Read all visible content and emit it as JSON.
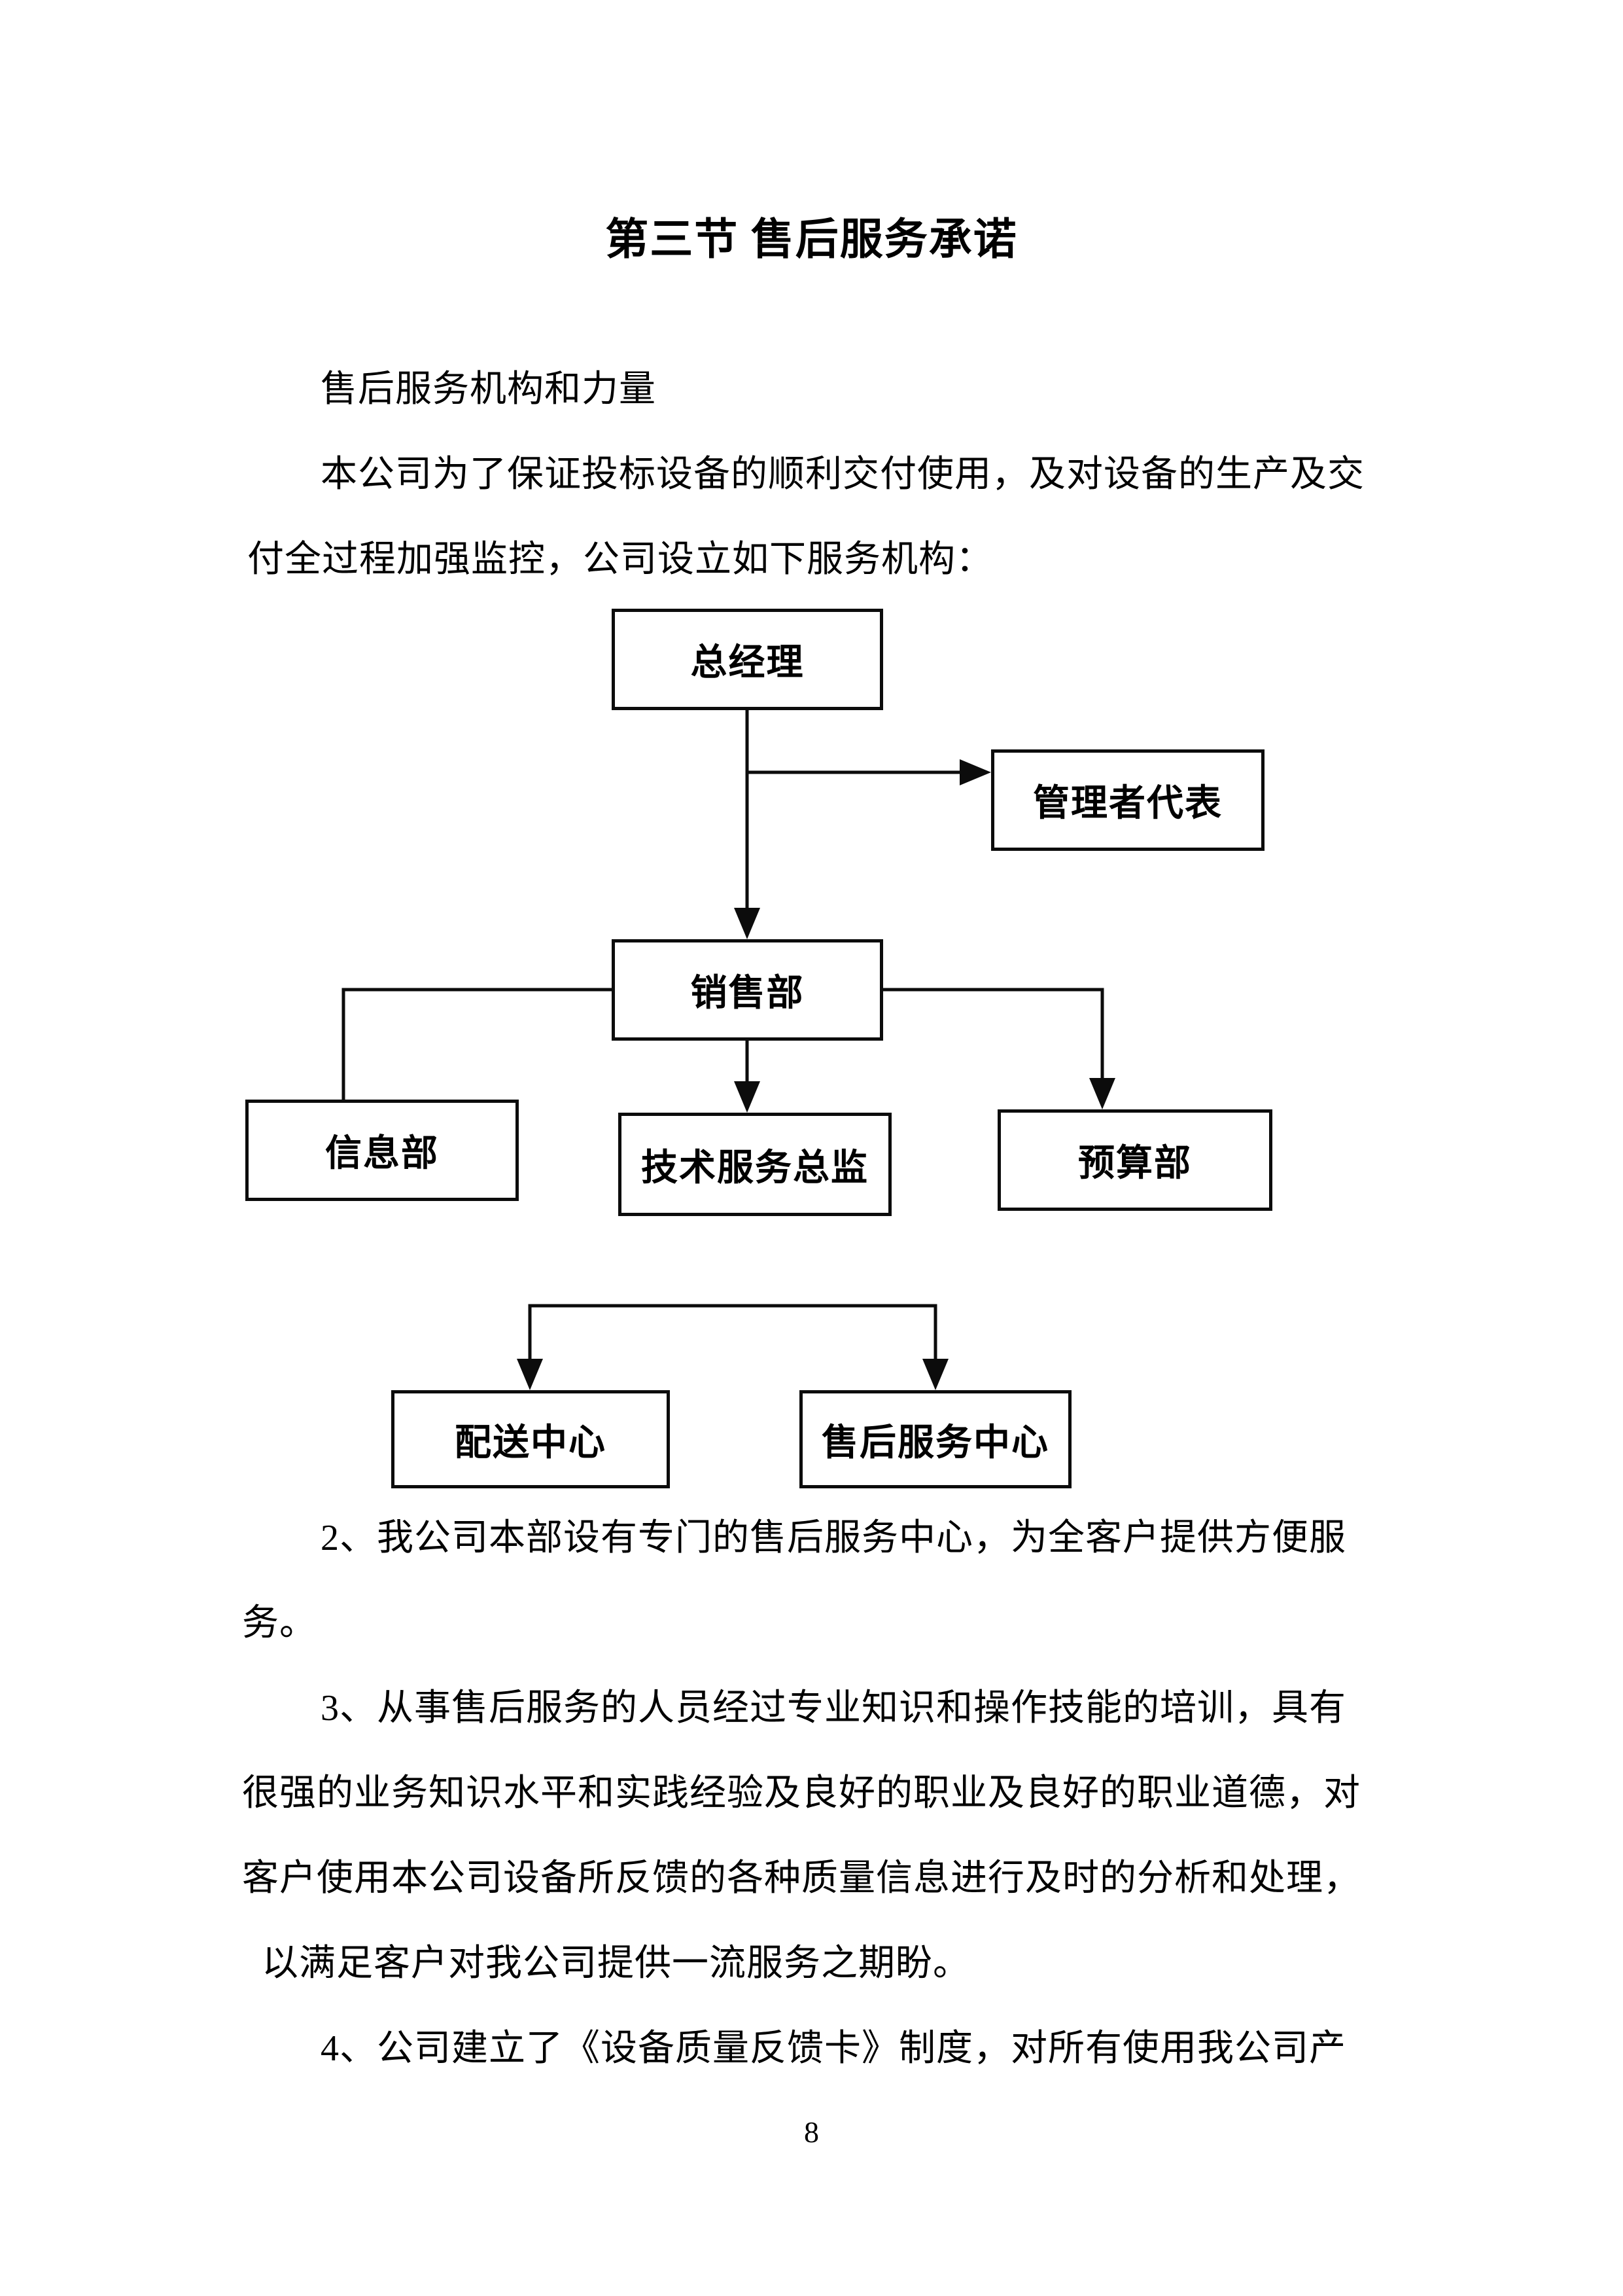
{
  "page": {
    "title": "第三节  售后服务承诺",
    "page_number": "8"
  },
  "paragraphs": {
    "intro_heading": "售后服务机构和力量",
    "intro_line1": "本公司为了保证投标设备的顺利交付使用，及对设备的生产及交",
    "intro_line2": "付全过程加强监控，公司设立如下服务机构：",
    "p2_line1": "2、我公司本部设有专门的售后服务中心，为全客户提供方便服",
    "p2_line2": "务。",
    "p3_line1": "3、从事售后服务的人员经过专业知识和操作技能的培训，具有",
    "p3_line2": "很强的业务知识水平和实践经验及良好的职业及良好的职业道德，对",
    "p3_line3": "客户使用本公司设备所反馈的各种质量信息进行及时的分析和处理，",
    "p3_line4": "以满足客户对我公司提供一流服务之期盼。",
    "p4_line1": "4、公司建立了《设备质量反馈卡》制度，对所有使用我公司产"
  },
  "org_chart": {
    "boxes": [
      {
        "id": "general-manager",
        "label": "总经理"
      },
      {
        "id": "management-rep",
        "label": "管理者代表"
      },
      {
        "id": "sales-dept",
        "label": "销售部"
      },
      {
        "id": "information-dept",
        "label": "信息部"
      },
      {
        "id": "tech-service-director",
        "label": "技术服务总监"
      },
      {
        "id": "budget-dept",
        "label": "预算部"
      },
      {
        "id": "delivery-center",
        "label": "配送中心"
      },
      {
        "id": "aftersales-center",
        "label": "售后服务中心"
      }
    ],
    "line_color": "#0c0c0c"
  }
}
